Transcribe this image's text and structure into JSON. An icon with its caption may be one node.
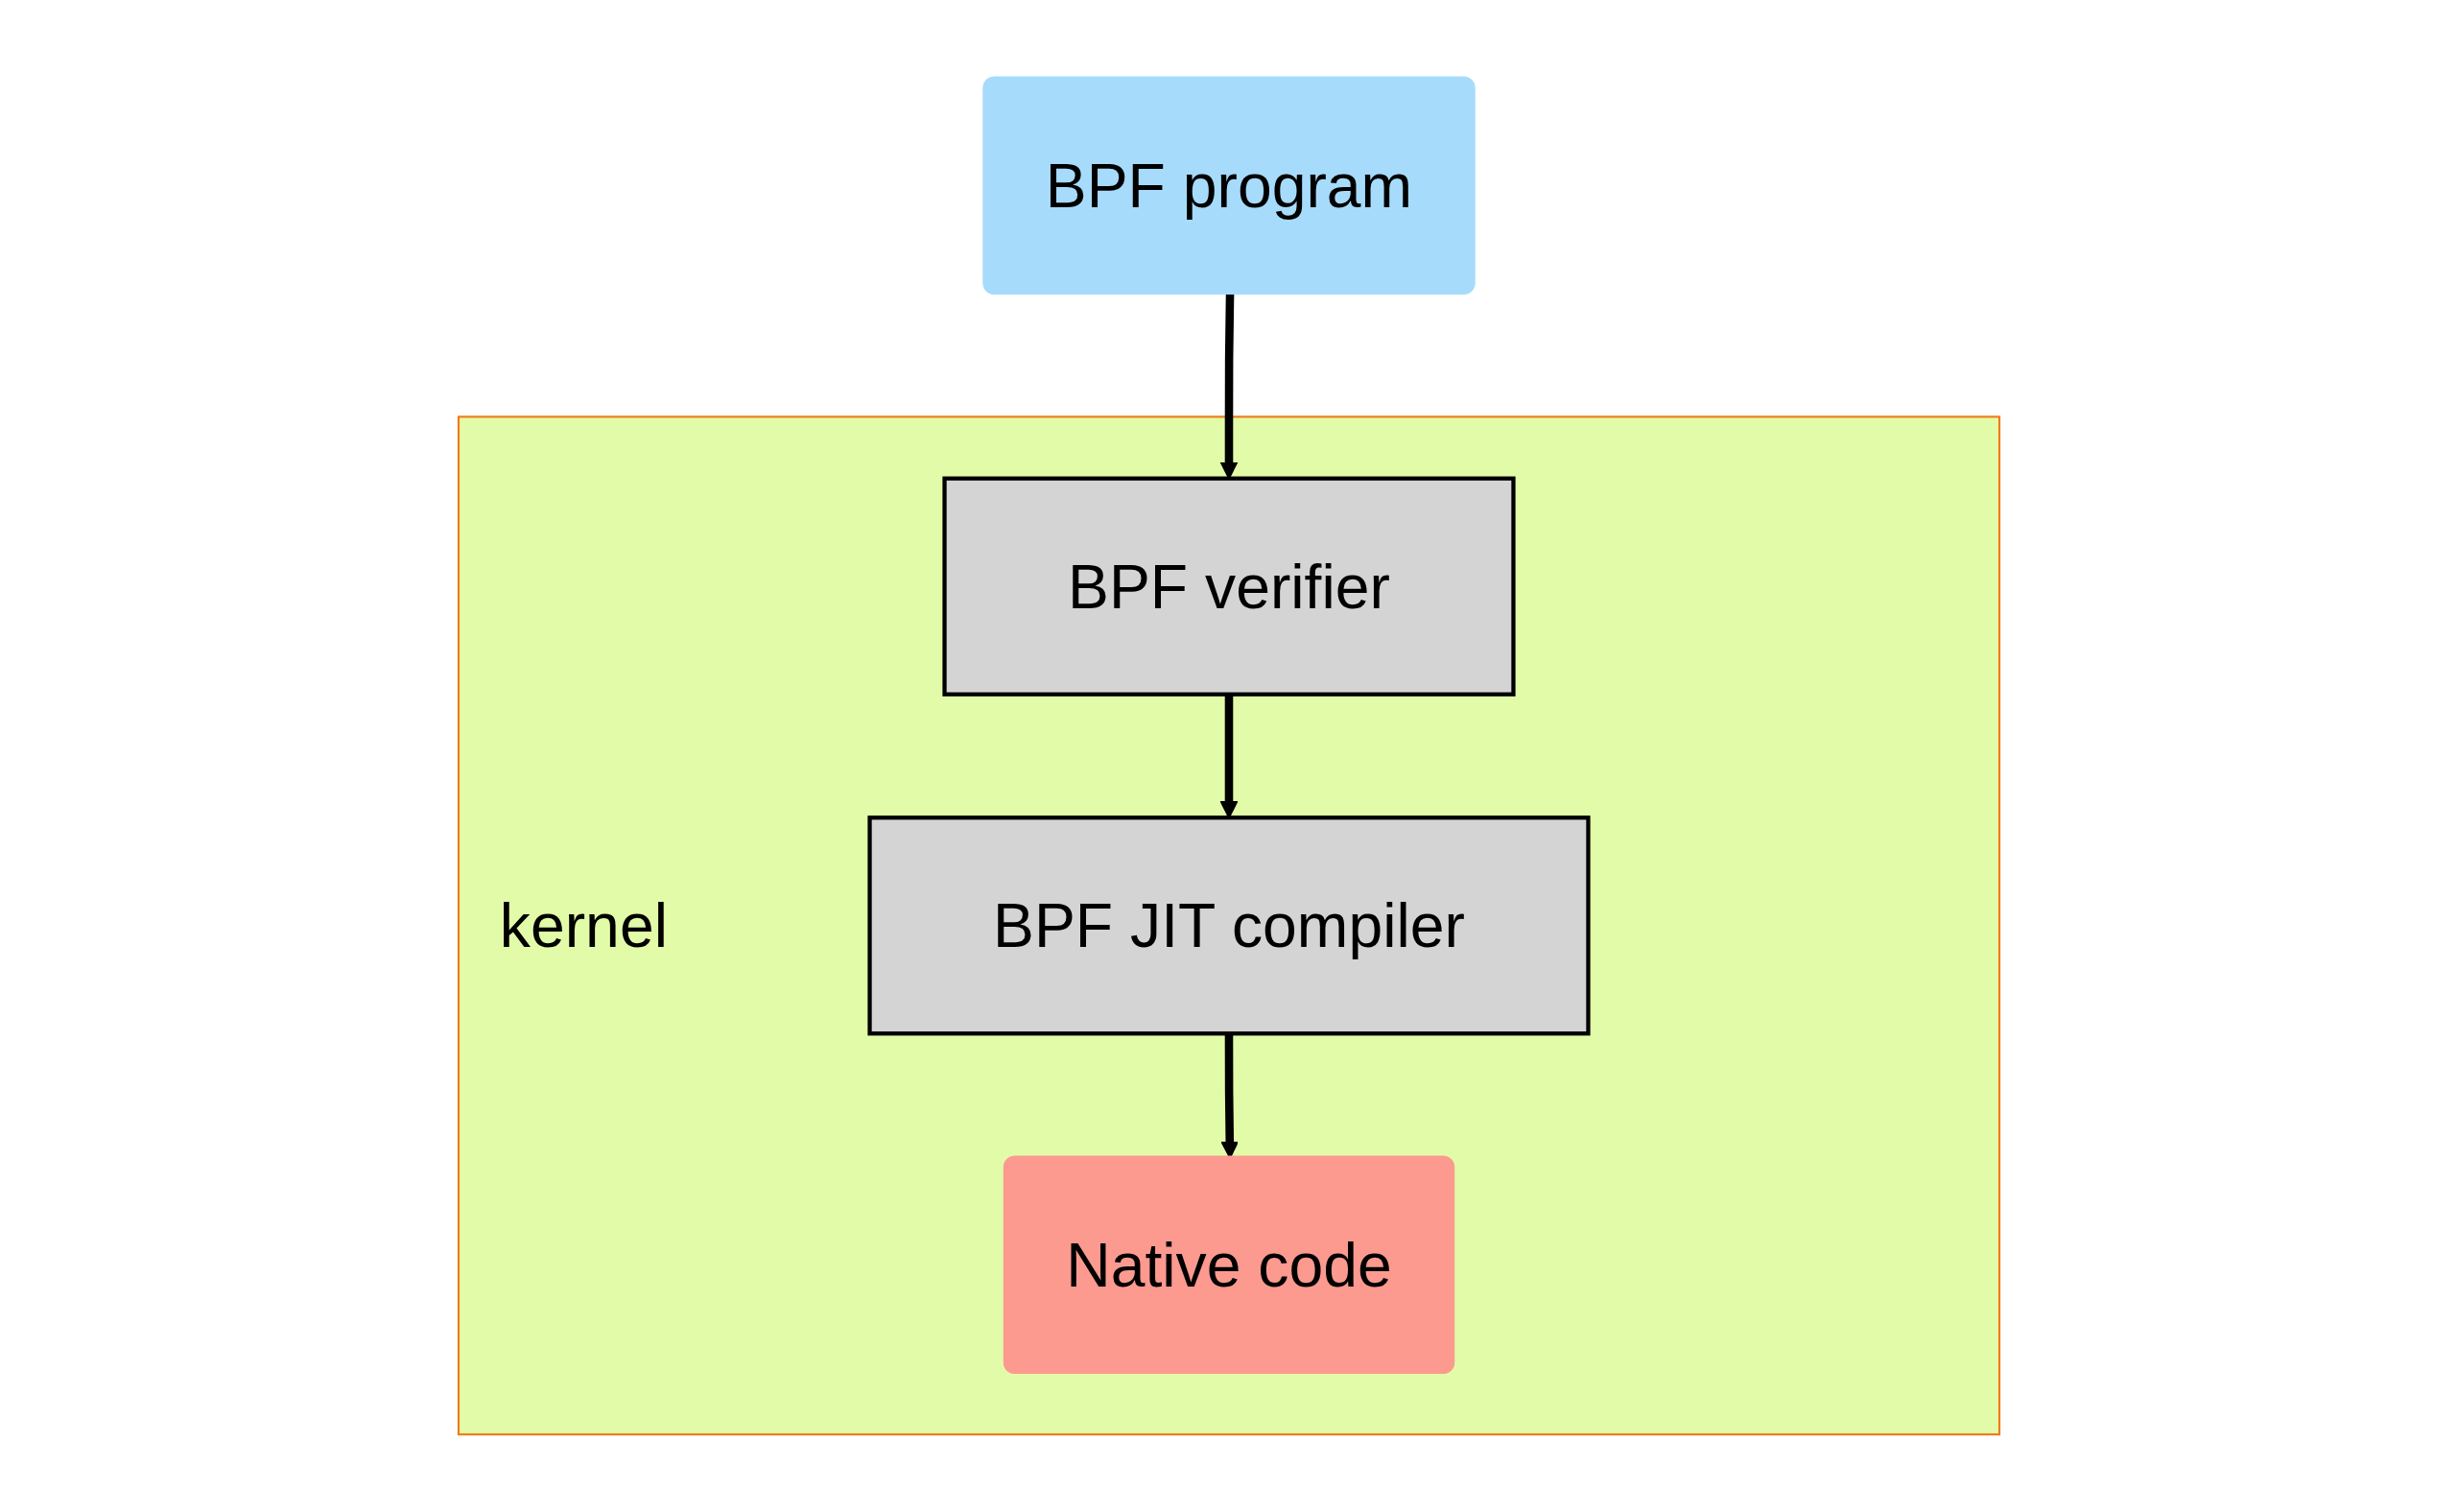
{
  "diagram": {
    "nodes": [
      {
        "text": [
          "BPF program"
        ]
      },
      {
        "text": [
          "kernel"
        ]
      },
      {
        "text": [
          "BPF verifier"
        ],
        "in": 1
      },
      {
        "text": [
          "BPF JIT compiler"
        ],
        "in": 1
      },
      {
        "text": [
          "Native code"
        ],
        "in": 1
      }
    ],
    "edges": [
      {
        "from": 0,
        "to": 2,
        "arrow": "to"
      },
      {
        "from": 2,
        "to": 3,
        "arrow": "to"
      },
      {
        "from": 3,
        "to": 4,
        "arrow": "to"
      }
    ]
  }
}
